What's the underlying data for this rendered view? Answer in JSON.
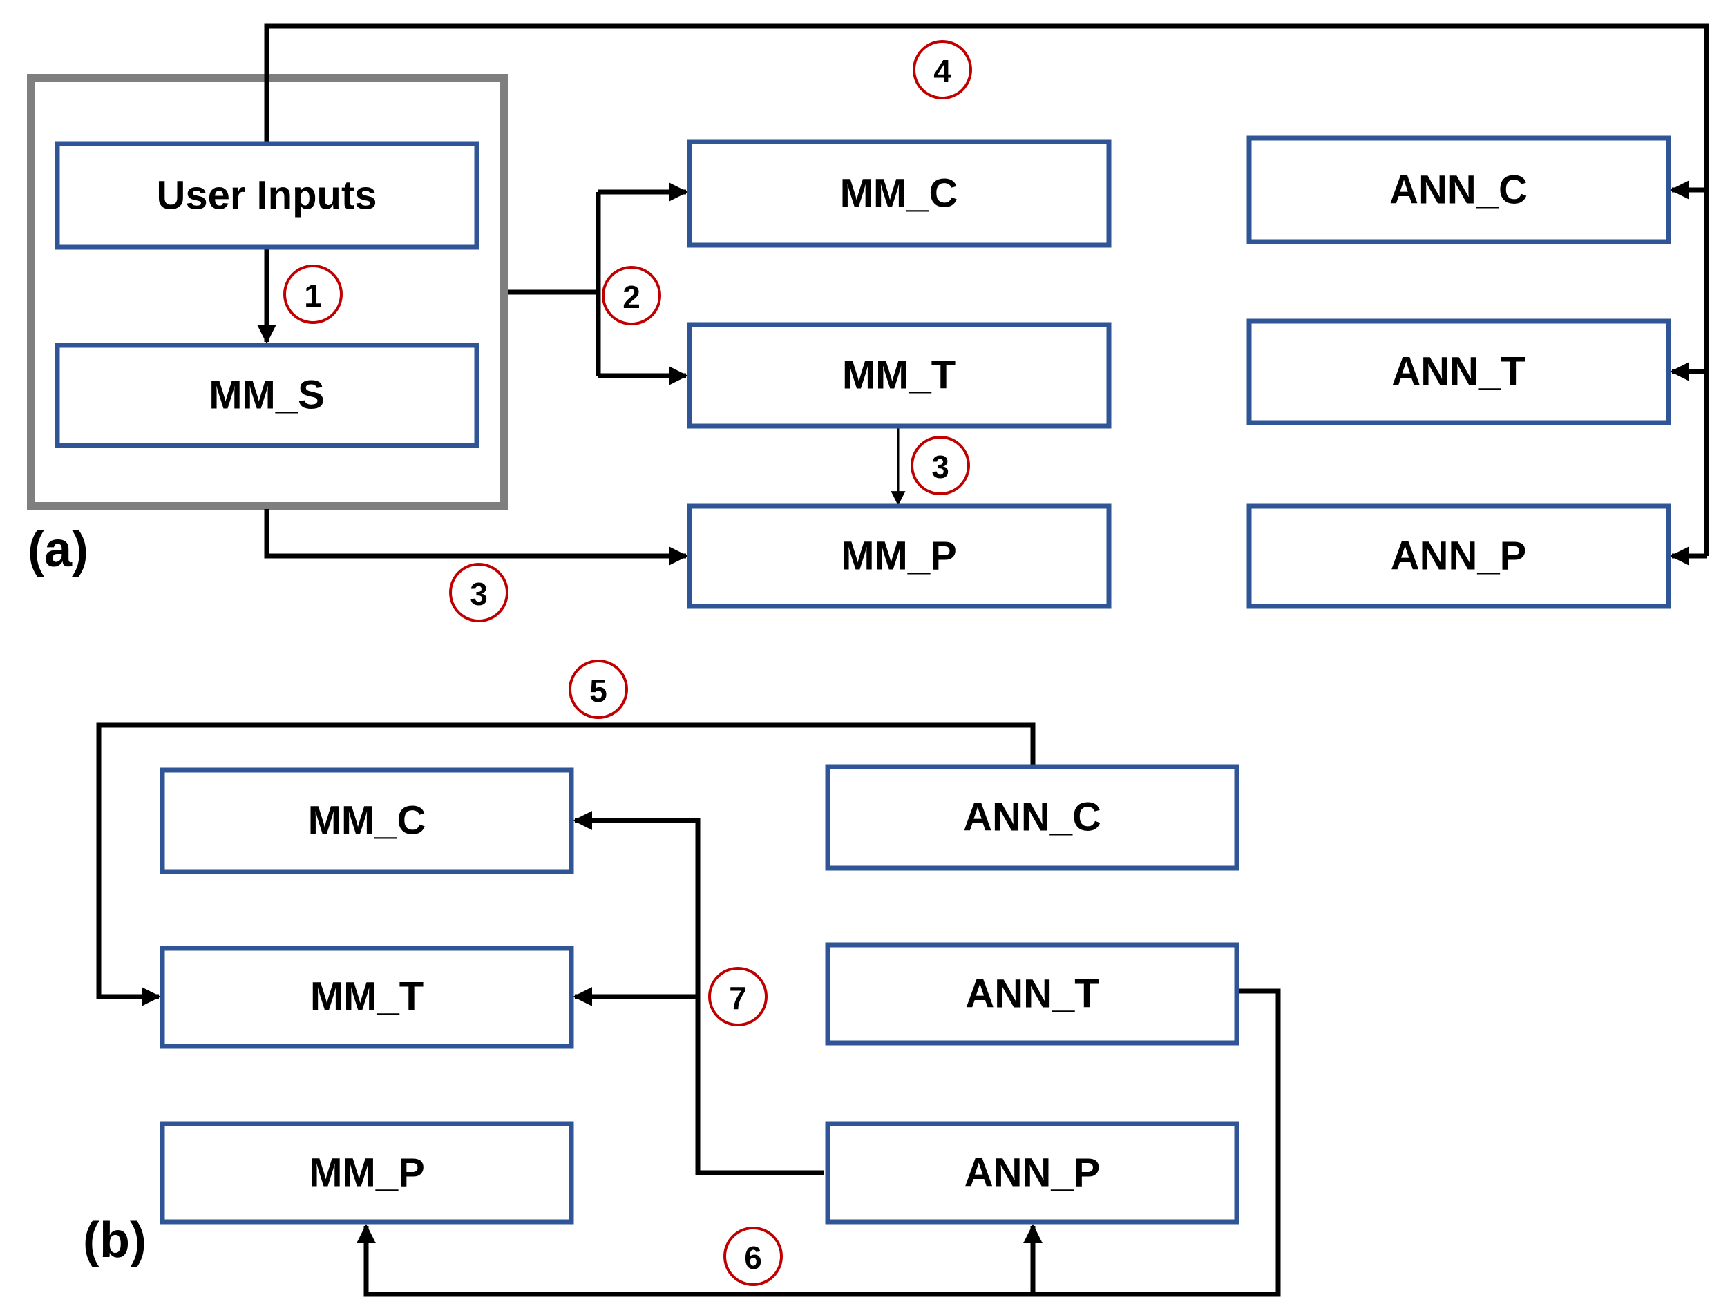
{
  "colors": {
    "box_border": "#2f5597",
    "group_border": "#7f7f7f",
    "connector": "#000000",
    "step_circle": "#c00000"
  },
  "panel_a": {
    "label": "(a)",
    "boxes": {
      "user_inputs": "User Inputs",
      "mm_s": "MM_S",
      "mm_c": "MM_C",
      "mm_t": "MM_T",
      "mm_p": "MM_P",
      "ann_c": "ANN_C",
      "ann_t": "ANN_T",
      "ann_p": "ANN_P"
    },
    "steps": [
      "1",
      "2",
      "3",
      "3",
      "4"
    ]
  },
  "panel_b": {
    "label": "(b)",
    "boxes": {
      "mm_c": "MM_C",
      "mm_t": "MM_T",
      "mm_p": "MM_P",
      "ann_c": "ANN_C",
      "ann_t": "ANN_T",
      "ann_p": "ANN_P"
    },
    "steps": [
      "5",
      "6",
      "7"
    ]
  }
}
